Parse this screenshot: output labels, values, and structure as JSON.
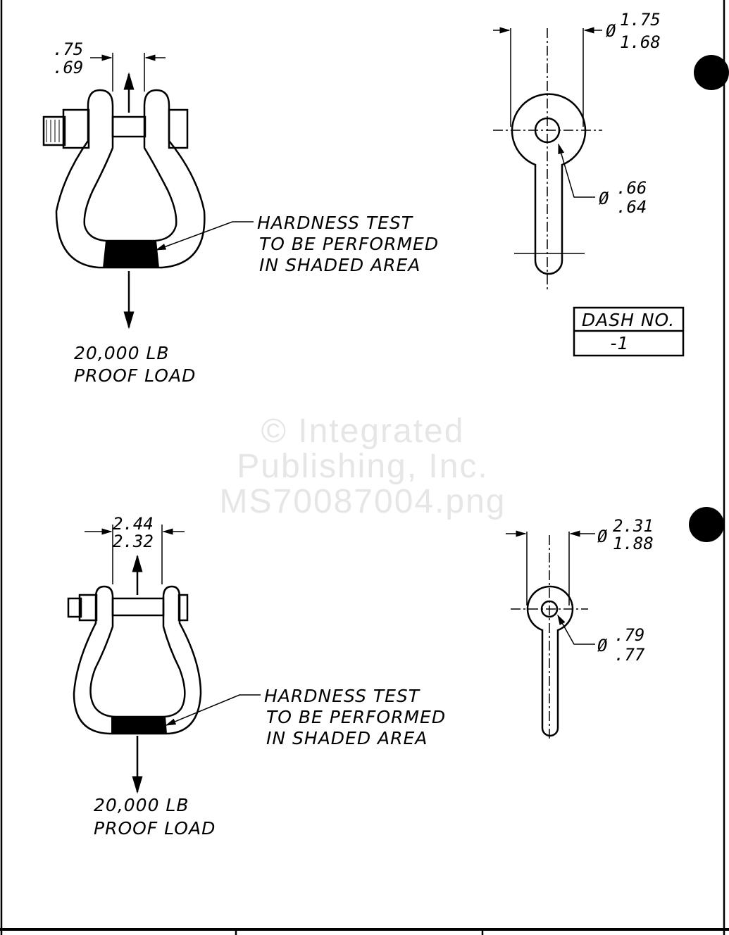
{
  "top": {
    "pin_dim": [
      ".75",
      ".69"
    ],
    "eye_dia_dim": [
      "1.75",
      "1.68"
    ],
    "hole_dia_dim": [
      ".66",
      ".64"
    ],
    "note": [
      "HARDNESS TEST",
      "TO BE PERFORMED",
      "IN SHADED AREA"
    ],
    "load": [
      "20,000 LB",
      "PROOF LOAD"
    ],
    "dash_table": {
      "header": "DASH NO.",
      "value": "-1"
    }
  },
  "bottom": {
    "pin_dim": [
      "2.44",
      "2.32"
    ],
    "eye_dia_dim": [
      "2.31",
      "1.88"
    ],
    "hole_dia_dim": [
      ".79",
      ".77"
    ],
    "note": [
      "HARDNESS TEST",
      "TO BE PERFORMED",
      "IN SHADED AREA"
    ],
    "load": [
      "20,000 LB",
      "PROOF LOAD"
    ]
  },
  "diameter_symbol": "Ø",
  "watermark": [
    "© Integrated",
    "Publishing, Inc.",
    "MS70087004.png"
  ]
}
